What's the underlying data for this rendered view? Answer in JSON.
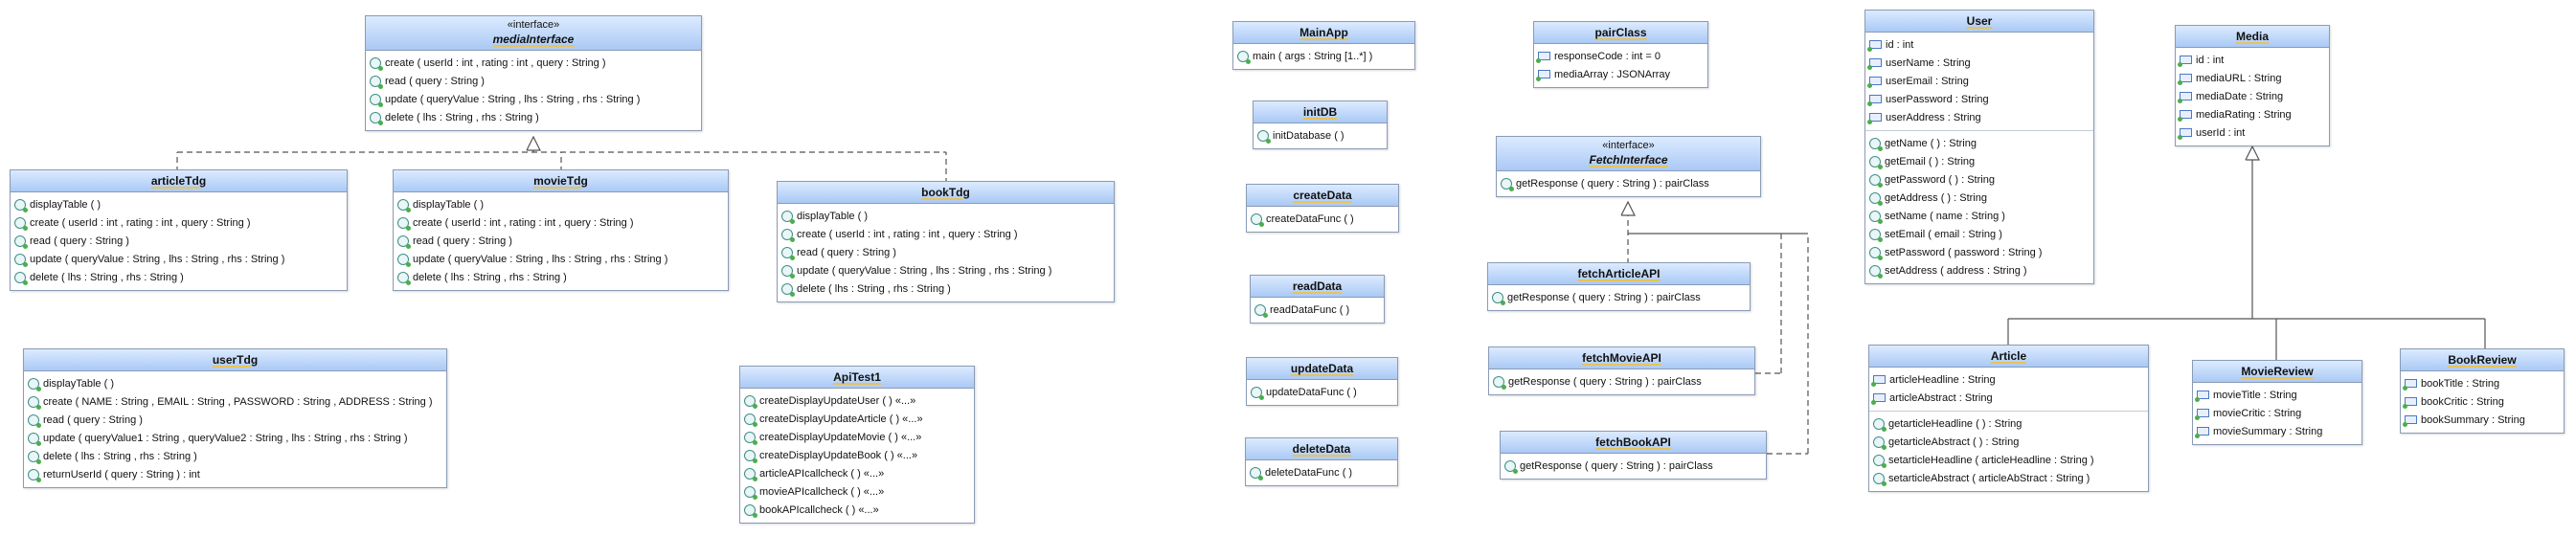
{
  "stereotype": "«interface»",
  "classes": {
    "mediaInterface": {
      "name": "mediaInterface",
      "methods": [
        "create ( userId : int , rating : int , query : String )",
        "read ( query : String )",
        "update ( queryValue : String , lhs : String , rhs : String )",
        "delete ( lhs : String , rhs : String )"
      ]
    },
    "articleTdg": {
      "name": "articleTdg",
      "methods": [
        "displayTable ( )",
        "create ( userId : int , rating : int , query : String )",
        "read ( query : String )",
        "update ( queryValue : String , lhs : String , rhs : String )",
        "delete ( lhs : String , rhs : String )"
      ]
    },
    "movieTdg": {
      "name": "movieTdg",
      "methods": [
        "displayTable ( )",
        "create ( userId : int , rating : int , query : String )",
        "read ( query : String )",
        "update ( queryValue : String , lhs : String , rhs : String )",
        "delete ( lhs : String , rhs : String )"
      ]
    },
    "bookTdg": {
      "name": "bookTdg",
      "methods": [
        "displayTable ( )",
        "create ( userId : int , rating : int , query : String )",
        "read ( query : String )",
        "update ( queryValue : String , lhs : String , rhs : String )",
        "delete ( lhs : String , rhs : String )"
      ]
    },
    "userTdg": {
      "name": "userTdg",
      "methods": [
        "displayTable ( )",
        "create ( NAME : String , EMAIL : String , PASSWORD : String , ADDRESS : String )",
        "read ( query : String )",
        "update ( queryValue1 : String , queryValue2 : String , lhs : String , rhs : String )",
        "delete ( lhs : String , rhs : String )",
        "returnUserId ( query : String ) :  int"
      ]
    },
    "ApiTest1": {
      "name": "ApiTest1",
      "methods": [
        "createDisplayUpdateUser ( )  «...»",
        "createDisplayUpdateArticle ( )  «...»",
        "createDisplayUpdateMovie ( )  «...»",
        "createDisplayUpdateBook ( )  «...»",
        "articleAPIcallcheck ( )  «...»",
        "movieAPIcallcheck ( )  «...»",
        "bookAPIcallcheck ( )  «...»"
      ]
    },
    "MainApp": {
      "name": "MainApp",
      "methods": [
        "main ( args : String [1..*] )"
      ]
    },
    "initDB": {
      "name": "initDB",
      "methods": [
        "initDatabase ( )"
      ]
    },
    "createData": {
      "name": "createData",
      "methods": [
        "createDataFunc ( )"
      ]
    },
    "readData": {
      "name": "readData",
      "methods": [
        "readDataFunc ( )"
      ]
    },
    "updateData": {
      "name": "updateData",
      "methods": [
        "updateDataFunc ( )"
      ]
    },
    "deleteData": {
      "name": "deleteData",
      "methods": [
        "deleteDataFunc ( )"
      ]
    },
    "pairClass": {
      "name": "pairClass",
      "fields": [
        "responseCode : int = 0",
        "mediaArray : JSONArray"
      ]
    },
    "FetchInterface": {
      "name": "FetchInterface",
      "methods": [
        "getResponse ( query : String ) :  pairClass"
      ]
    },
    "fetchArticleAPI": {
      "name": "fetchArticleAPI",
      "methods": [
        "getResponse ( query : String ) :  pairClass"
      ]
    },
    "fetchMovieAPI": {
      "name": "fetchMovieAPI",
      "methods": [
        "getResponse ( query : String ) :  pairClass"
      ]
    },
    "fetchBookAPI": {
      "name": "fetchBookAPI",
      "methods": [
        "getResponse ( query : String ) :  pairClass"
      ]
    },
    "User": {
      "name": "User",
      "fields": [
        "id : int",
        "userName : String",
        "userEmail : String",
        "userPassword : String",
        "userAddress : String"
      ],
      "methods": [
        "getName ( ) :  String",
        "getEmail ( ) :  String",
        "getPassword ( ) :  String",
        "getAddress ( ) :  String",
        "setName ( name : String )",
        "setEmail ( email : String )",
        "setPassword ( password : String )",
        "setAddress ( address : String )"
      ]
    },
    "Media": {
      "name": "Media",
      "fields": [
        "id : int",
        "mediaURL : String",
        "mediaDate : String",
        "mediaRating : String",
        "userId : int"
      ]
    },
    "Article": {
      "name": "Article",
      "fields": [
        "articleHeadline : String",
        "articleAbstract : String"
      ],
      "methods": [
        "getarticleHeadline ( ) :  String",
        "getarticleAbstract ( ) :  String",
        "setarticleHeadline ( articleHeadline : String )",
        "setarticleAbstract ( articleAbStract : String )"
      ]
    },
    "MovieReview": {
      "name": "MovieReview",
      "fields": [
        "movieTitle : String",
        "movieCritic : String",
        "movieSummary : String"
      ]
    },
    "BookReview": {
      "name": "BookReview",
      "fields": [
        "bookTitle : String",
        "bookCritic : String",
        "bookSummary : String"
      ]
    }
  }
}
